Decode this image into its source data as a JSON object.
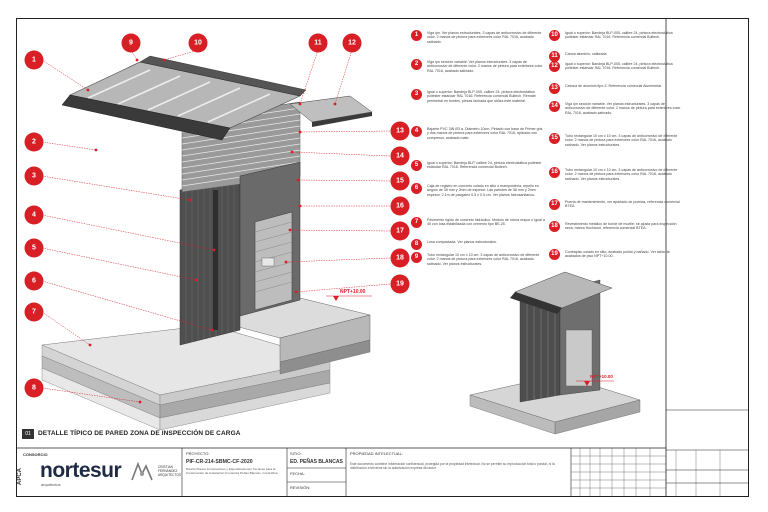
{
  "drawing": {
    "title_index": "01",
    "title": "DETALLE TÍPICO DE PARED  ZONA DE INSPECCIÓN DE CARGA",
    "level_main": "NPT+10.00",
    "level_small": "NPT+10.00"
  },
  "callouts": [
    "1",
    "2",
    "3",
    "4",
    "5",
    "6",
    "7",
    "8",
    "9",
    "10",
    "11",
    "12",
    "13",
    "14",
    "15",
    "16",
    "17",
    "18",
    "19"
  ],
  "notes": [
    {
      "n": "1",
      "text": "Viga ipn. Ver planos estructurales. 3 capas de anticorrosivo de diferente color. 2 manos de pintura para exteriores color RAL 7016, acabado satinado."
    },
    {
      "n": "2",
      "text": "Viga ipn sección variable. Ver planos estructurales. 3 capas de anticorrosivo de diferente color. 2 manos de pintura para exteriores color RAL 7016, acabado satinado."
    },
    {
      "n": "3",
      "text": "Igual o superior: Bandeja BLP-005, calibre 24, pintura electrostática poliéster estándar RAL 7016. Referencia comercial Bultech. Remate perimetral en bordes, piezas fachada que utiliza este material."
    },
    {
      "n": "4",
      "text": "Bajante PVC 3IN Ø3 a. Diámetro 10cm. Pintado con base de Primer gris y dos manos de pintura para exteriores color RAL 7016, aplicado con compresor, acabado mate."
    },
    {
      "n": "5",
      "text": "Igual o superior: Bandeja BLP, calibre 24, pintura electrostática poliéster estándar RAL 7016. Referencia comercial Bultech."
    },
    {
      "n": "6",
      "text": "Caja de registro en concreto colado en sitio o mampostería, repello en ángulo de 38 mm y 2mm de espesor. Las paredes de 38 mm y 2mm espesor, 2.1m de pavgaleo 0.5 x 0.5 cm. Ver planos hidrosanitarios."
    },
    {
      "n": "7",
      "text": "Pavimento rígido de concreto hidráulico. Módulo de rotura mayor o igual a 45 con losa estabilizada con cemento tipo BE-25."
    },
    {
      "n": "8",
      "text": "Losa compactada. Ver planos estructurales."
    },
    {
      "n": "9",
      "text": "Tubo rectangular 10 cm x 10 cm. 3 capas de anticorrosivo de diferente color. 2 manos de pintura para exteriores color RAL 7016, acabado satinado. Ver planos estructurales."
    },
    {
      "n": "10",
      "text": "Igual o superior: Bandeja BLP-005, calibre 24, pintura electrostática poliéster estándar RAL 7016. Referencia comercial Bultech."
    },
    {
      "n": "11",
      "text": "Canoa aluminio, calibrada."
    },
    {
      "n": "12",
      "text": "Igual o superior: Bandeja BLP-005, calibre 24, pintura electrostática poliéster estándar RAL 7016. Referencia comercial Bultech."
    },
    {
      "n": "13",
      "text": "Celosía de aluminio tipo Z. Referencia comercial Alumimetal."
    },
    {
      "n": "14",
      "text": "Viga ipn sección variable. Ver planos estructurales. 3 capas de anticorrosivo de diferente color. 2 manos de pintura para exteriores color RAL 7016, acabado satinado."
    },
    {
      "n": "15",
      "text": "Tubo rectangular 10 cm x 10 cm. 3 capas de anticorrosivo de diferente color. 2 manos de pintura para exteriores color RAL 7016, acabado satinado. Ver planos estructurales."
    },
    {
      "n": "16",
      "text": "Tubo rectangular 10 cm x 10 cm. 3 capas de anticorrosivo de diferente color. 2 manos de pintura para exteriores color RAL 7016, acabado satinado. Ver planos estructurales."
    },
    {
      "n": "17",
      "text": "Puerta de mantenimiento, ver apartado de puertas, referencia comercial BTEA."
    },
    {
      "n": "18",
      "text": "Revestimiento metálico de borde de muelle; se ajusta para inspección seca, marca Hochland, referencia comercial BTEA."
    },
    {
      "n": "19",
      "text": "Contrapiso colado en sitio, acabado pulido y bañado. Ver tabla de acabados de piso NPT+10.00."
    }
  ],
  "titleblock": {
    "consorcio": "CONSORCIO",
    "apca": "APCA",
    "company": "nortesur",
    "company_sub": "arquitectos",
    "partner": "CRISTIAN FERNÁNDEZ ARQUITECTOS",
    "proyecto_label": "PROYECTO:",
    "proyecto_code": "PIF-CR-214-SBMC-CF-2020",
    "proyecto_desc": "Diseño Planos Constructivos y Especificaciones Técnicas para la Construcción de la Estación Fronteriza Peñas Blancas, Costa Rica.",
    "sitio_label": "SITIO:",
    "sitio": "ED. PEÑAS BLANCAS",
    "fecha_label": "FECHA:",
    "revision_label": "REVISIÓN:",
    "propiedad_label": "PROPIEDAD INTELECTUAL:",
    "propiedad_text": "Este documento contiene información confidencial, protegida por la propiedad intelectual. No se permite su reproducción total o parcial, ni la distribución a terceros sin la autorización expresa del autor."
  },
  "colors": {
    "callout_red": "#d91f26",
    "steel_dark": "#3a3a3a",
    "concrete": "#cfcfcf",
    "cladding": "#5a5a5a"
  }
}
